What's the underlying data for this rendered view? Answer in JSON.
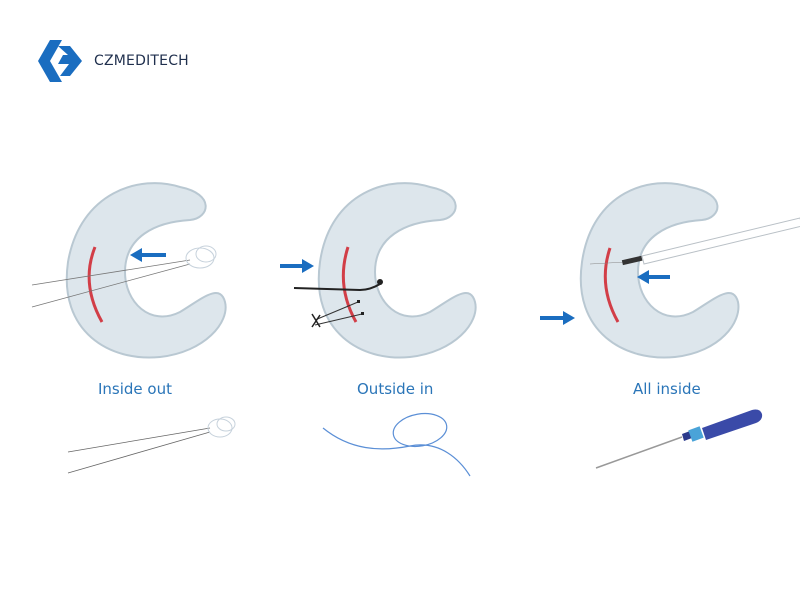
{
  "brand": {
    "name": "CZMEDITECH",
    "color": "#1a6dc0"
  },
  "techniques": [
    {
      "label": "Inside out"
    },
    {
      "label": "Outside in"
    },
    {
      "label": "All inside"
    }
  ],
  "colors": {
    "caption": "#2a75b8",
    "arrow": "#1a6dc0",
    "tear": "#d0202a",
    "meniscus": "#dde6ec"
  }
}
